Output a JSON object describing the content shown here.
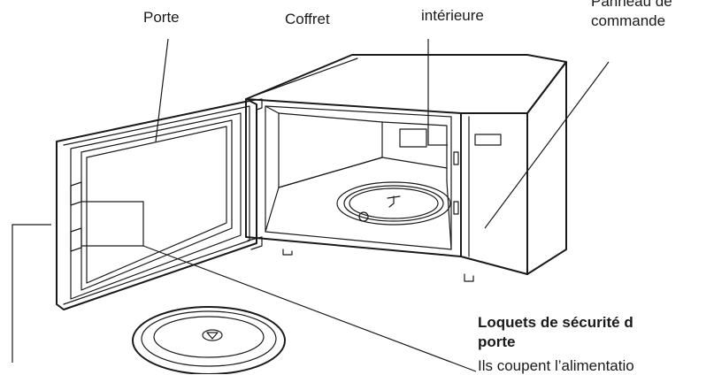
{
  "labels": {
    "door": "Porte",
    "cabinet": "Coffret",
    "interior_light": "intérieure",
    "control_panel_line1": "Panneau de",
    "control_panel_line2": "commande",
    "latches_title_line1": "Loquets de sécurité d",
    "latches_title_line2": "porte",
    "latches_desc": "Ils coupent l’alimentatio"
  },
  "icons": {
    "diagram": "microwave-oven-line-drawing",
    "turntable": "glass-turntable-tray"
  }
}
